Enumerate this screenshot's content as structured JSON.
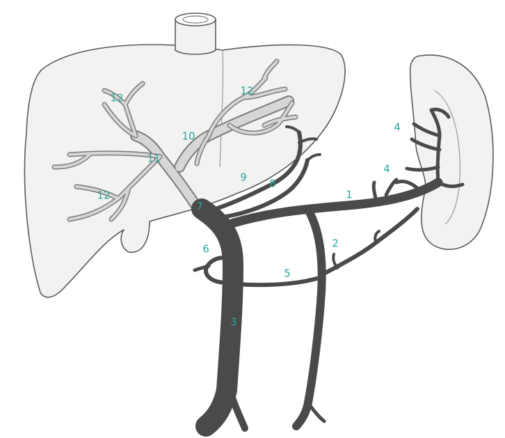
{
  "labels": {
    "l1": "1",
    "l2": "2",
    "l3": "3",
    "l4a": "4",
    "l4b": "4",
    "l5": "5",
    "l6": "6",
    "l7": "7",
    "l8": "8",
    "l9": "9",
    "l10": "10",
    "l11": "11",
    "l12a": "12",
    "l12b": "12",
    "l12c": "12"
  },
  "colors": {
    "label": "#2aa79b",
    "vessel": "#4a4a4a",
    "outline": "#5a5a5a"
  }
}
